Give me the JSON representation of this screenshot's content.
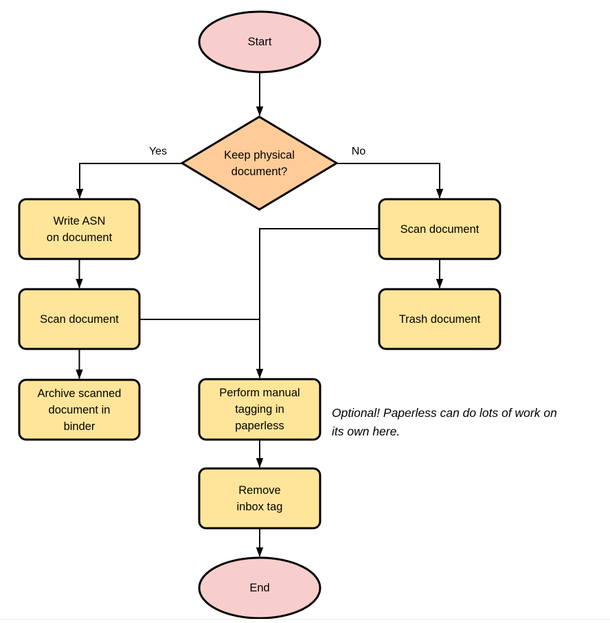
{
  "palette": {
    "terminal_fill": "#f8cecc",
    "decision_fill": "#ffcc99",
    "process_fill": "#ffe599",
    "stroke": "#000000"
  },
  "flowchart": {
    "start": "Start",
    "decision": "Keep physical\ndocument?",
    "branch_yes": "Yes",
    "branch_no": "No",
    "write_asn": "Write ASN\non document",
    "scan_document_left": "Scan document",
    "archive": "Archive scanned\ndocument in\nbinder",
    "scan_document_right": "Scan document",
    "trash": "Trash document",
    "manual_tagging": "Perform manual\ntagging in\npaperless",
    "remove_inbox": "Remove\ninbox tag",
    "end": "End",
    "note": "Optional! Paperless can do lots of work on\nits own here."
  }
}
